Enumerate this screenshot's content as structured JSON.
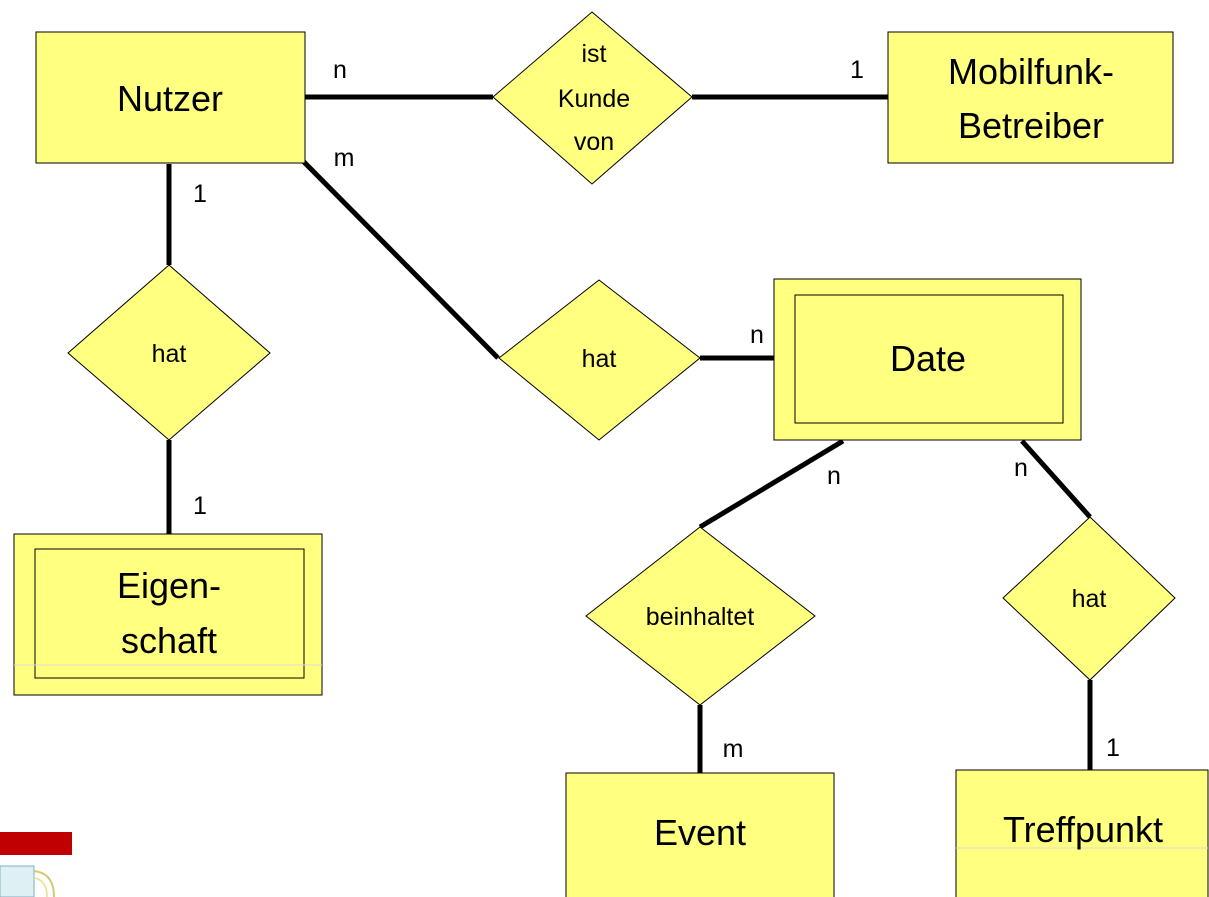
{
  "colors": {
    "fill": "#ffff80",
    "stroke": "#000000",
    "line": "#000000",
    "accent_bar": "#c00000"
  },
  "entities": {
    "nutzer": "Nutzer",
    "mobilfunk_line1": "Mobilfunk-",
    "mobilfunk_line2": "Betreiber",
    "date": "Date",
    "eigenschaft_line1": "Eigen-",
    "eigenschaft_line2": "schaft",
    "event": "Event",
    "treffpunkt": "Treffpunkt"
  },
  "relationships": {
    "ist_kunde_line1": "ist",
    "ist_kunde_line2": "Kunde",
    "ist_kunde_line3": "von",
    "hat_eigenschaft": "hat",
    "hat_date": "hat",
    "beinhaltet": "beinhaltet",
    "hat_treffpunkt": "hat"
  },
  "cardinalities": {
    "nutzer_kunde": "n",
    "betreiber_kunde": "1",
    "nutzer_date": "m",
    "date_hat": "n",
    "nutzer_eigenschaft": "1",
    "eigenschaft_hat": "1",
    "date_event": "n",
    "event_beinhaltet": "m",
    "date_treffpunkt": "n",
    "treffpunkt_hat": "1"
  }
}
